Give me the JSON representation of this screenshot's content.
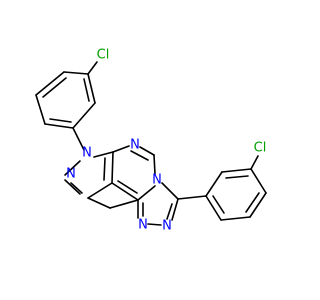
{
  "molecule": {
    "atoms": {
      "cl_top": "Cl",
      "cl_right": "Cl",
      "n_pyrazole_1": "N",
      "n_pyrazole_2": "N",
      "n_pyrimidine_1": "N",
      "n_pyrimidine_2": "N",
      "n_triazole_1": "N",
      "n_triazole_2": "N"
    },
    "colors": {
      "bond": "#000000",
      "nitrogen": "#0000ff",
      "chlorine": "#00a000",
      "background": "#ffffff"
    }
  }
}
